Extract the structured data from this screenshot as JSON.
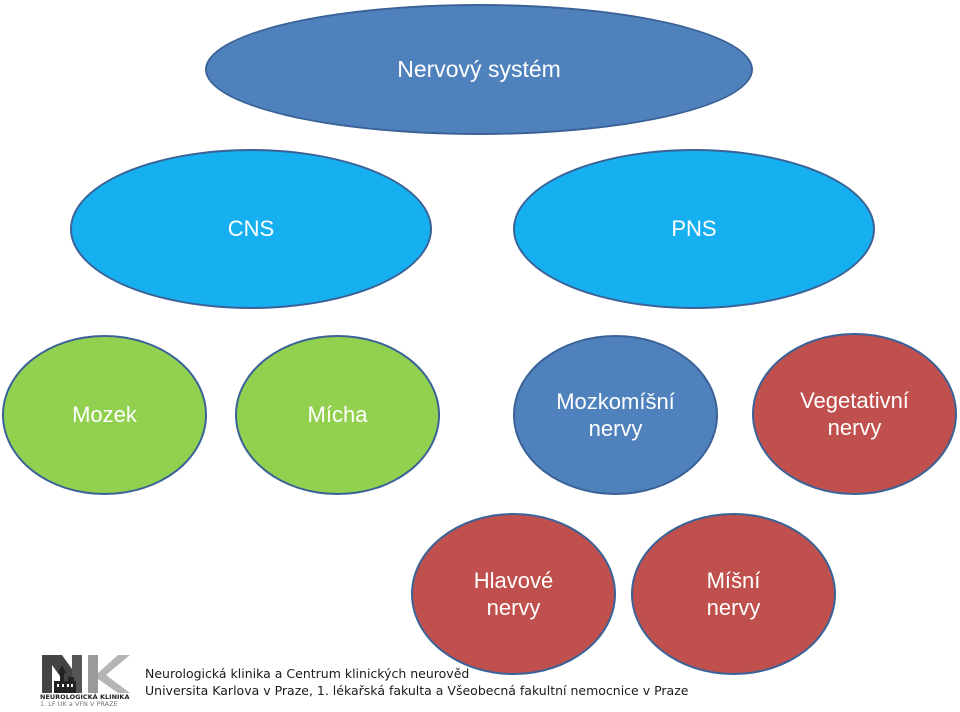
{
  "diagram": {
    "root": "Nervový systém",
    "level2": {
      "left": "CNS",
      "right": "PNS"
    },
    "level3": [
      {
        "line1": "Mozek"
      },
      {
        "line1": "Mícha"
      },
      {
        "line1": "Mozkomíšní",
        "line2": "nervy"
      },
      {
        "line1": "Vegetativní",
        "line2": "nervy"
      }
    ],
    "level4": [
      {
        "line1": "Hlavové",
        "line2": "nervy"
      },
      {
        "line1": "Míšní",
        "line2": "nervy"
      }
    ],
    "colors": {
      "root": "#4f81bd",
      "cns_pns": "#16aff0",
      "cns_children": "#92d050",
      "cranial": "#4f81bd",
      "red_nodes": "#c0504d"
    }
  },
  "footer": {
    "logo_title": "NEUROLOGICKÁ KLINIKA",
    "logo_subtitle": "1. LF UK a VFN V PRAZE",
    "line1": "Neurologická klinika a Centrum klinických neurověd",
    "line2": "Universita Karlova v Praze, 1. lékařská fakulta a Všeobecná fakultní nemocnice v Praze"
  }
}
